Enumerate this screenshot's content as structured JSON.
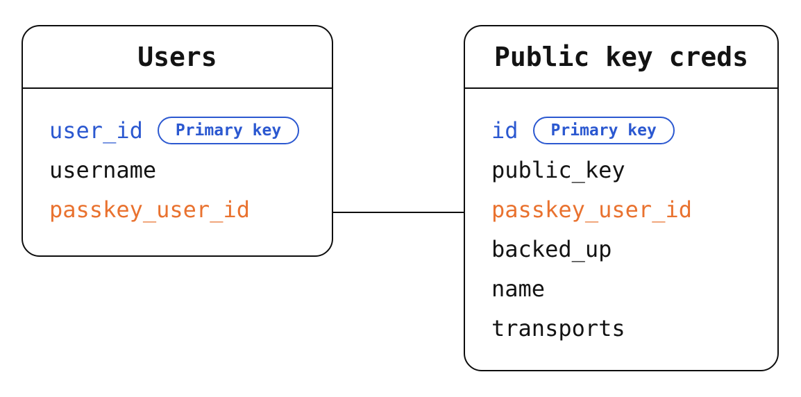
{
  "diagram": {
    "tables": [
      {
        "title": "Users",
        "fields": [
          {
            "name": "user_id",
            "role": "primary-key",
            "badge": "Primary key"
          },
          {
            "name": "username",
            "role": "regular"
          },
          {
            "name": "passkey_user_id",
            "role": "foreign-key"
          }
        ]
      },
      {
        "title": "Public key creds",
        "fields": [
          {
            "name": "id",
            "role": "primary-key",
            "badge": "Primary key"
          },
          {
            "name": "public_key",
            "role": "regular"
          },
          {
            "name": "passkey_user_id",
            "role": "foreign-key"
          },
          {
            "name": "backed_up",
            "role": "regular"
          },
          {
            "name": "name",
            "role": "regular"
          },
          {
            "name": "transports",
            "role": "regular"
          }
        ]
      }
    ],
    "relationship": {
      "from_table": "Users",
      "from_field": "passkey_user_id",
      "to_table": "Public key creds",
      "to_field": "passkey_user_id"
    },
    "colors": {
      "primary_key_blue": "#2b58d0",
      "foreign_key_orange": "#e9722f",
      "text_black": "#131313",
      "line_black": "#0d0d0d",
      "background": "#ffffff"
    }
  }
}
